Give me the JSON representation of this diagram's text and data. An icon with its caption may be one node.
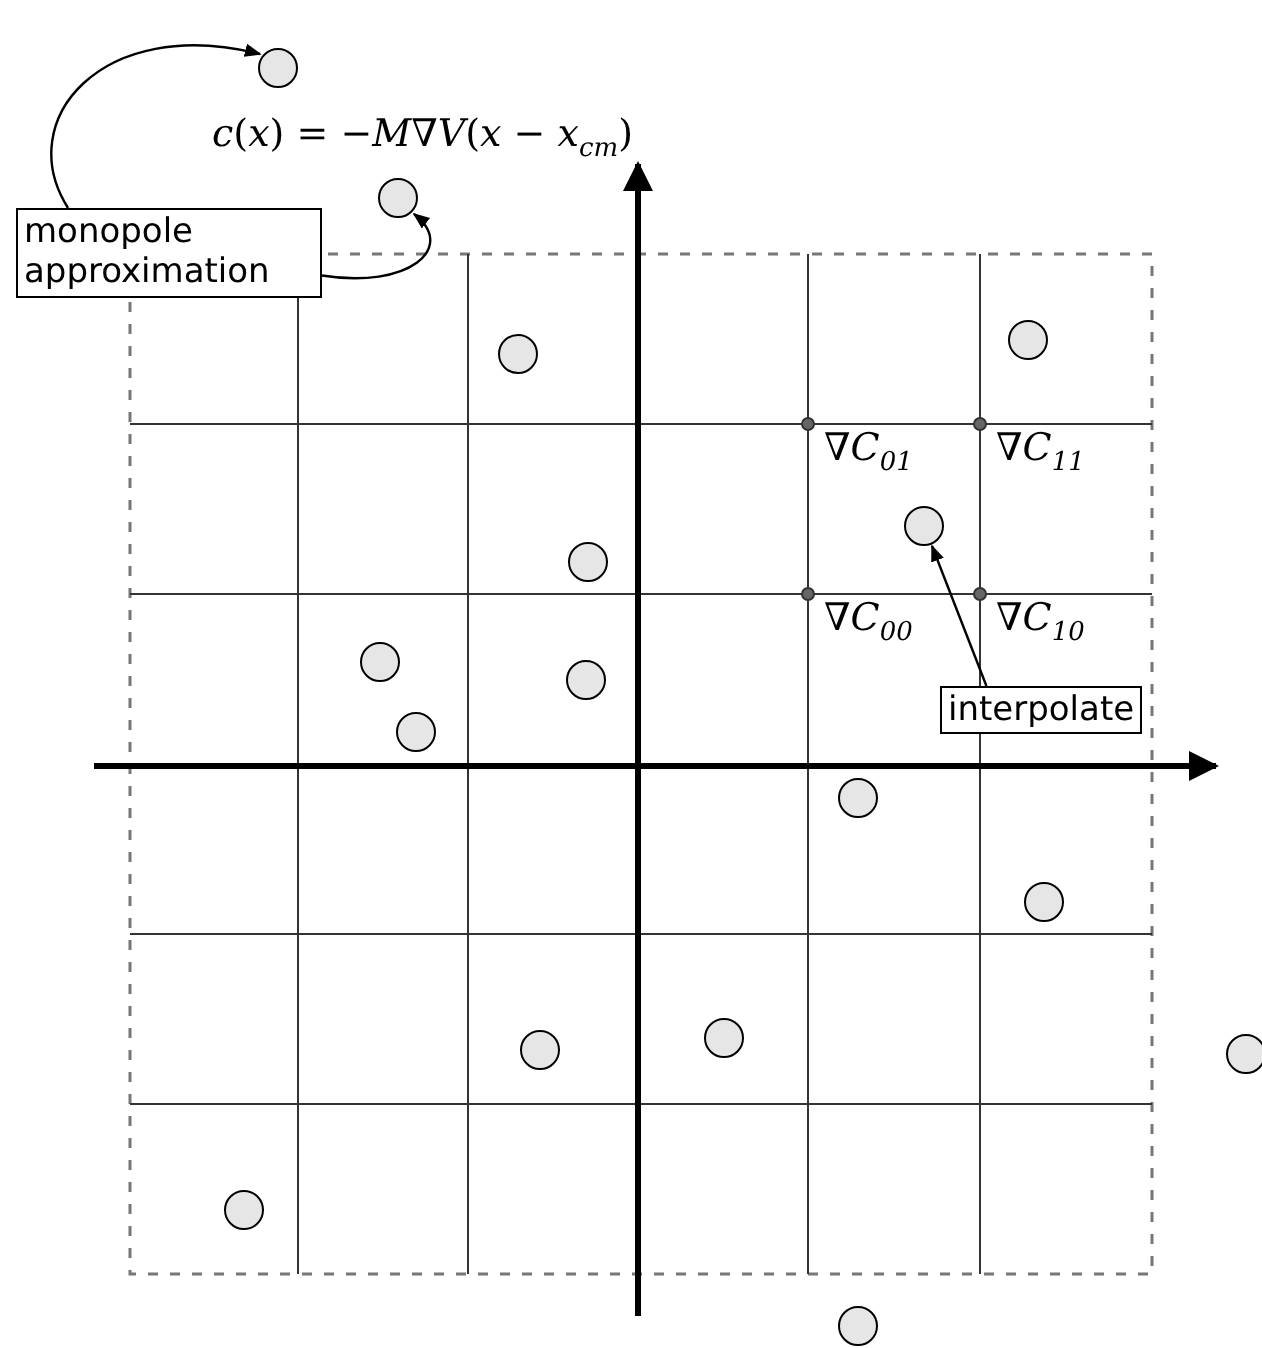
{
  "diagram": {
    "nodes": [
      {
        "text": [],
        "shape": "circle"
      },
      {
        "text": [],
        "shape": "circle"
      },
      {
        "text": [
          "monopole approximation"
        ]
      },
      {
        "text": [],
        "shape": "circle"
      },
      {
        "text": [],
        "shape": "circle"
      },
      {
        "text": [],
        "shape": "circle"
      },
      {
        "text": [],
        "shape": "circle"
      },
      {
        "text": [],
        "shape": "circle"
      },
      {
        "text": [],
        "shape": "circle"
      },
      {
        "text": [
          "interpolate"
        ]
      },
      {
        "text": [],
        "shape": "circle"
      },
      {
        "text": [],
        "shape": "circle"
      },
      {
        "text": [],
        "shape": "circle"
      },
      {
        "text": [],
        "shape": "circle"
      },
      {
        "text": [],
        "shape": "circle"
      },
      {
        "text": [],
        "shape": "circle"
      },
      {
        "text": [],
        "shape": "circle"
      },
      {
        "text": [],
        "shape": "circle"
      }
    ],
    "edges": [
      {
        "from": 2,
        "to": 0,
        "arrow": "to"
      },
      {
        "from": 2,
        "to": 1,
        "arrow": "to"
      },
      {
        "from": 9,
        "to": 5,
        "arrow": "to"
      }
    ],
    "labels": [
      "*c*(*x*) = −*M*∇*V*(*x* − *x*$_{cm}$)",
      "∇*C*$_{01}$",
      "∇*C*$_{11}$",
      "∇*C*$_{00}$",
      "∇*C*$_{10}$"
    ]
  }
}
